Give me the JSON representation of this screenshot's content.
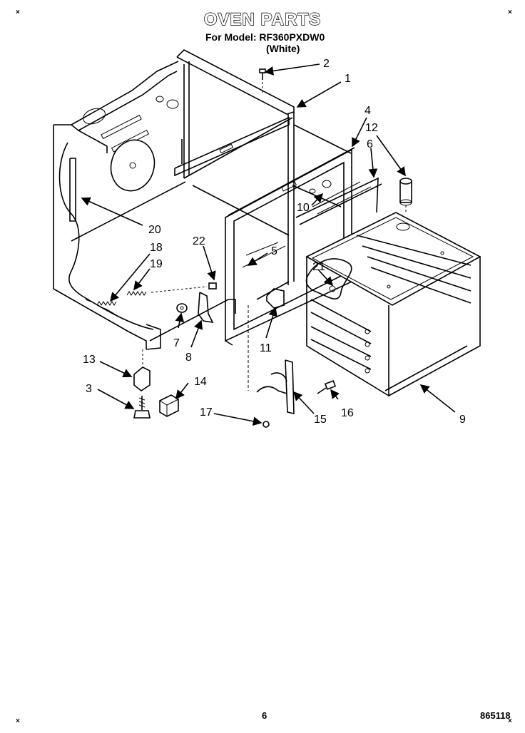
{
  "header": {
    "title": "OVEN PARTS",
    "model": "For Model: RF360PXDW0",
    "color": "(White)"
  },
  "footer": {
    "page": "6",
    "doc_number": "865118"
  },
  "callouts": [
    "1",
    "2",
    "3",
    "4",
    "5",
    "6",
    "7",
    "8",
    "9",
    "10",
    "11",
    "12",
    "13",
    "14",
    "15",
    "16",
    "17",
    "18",
    "19",
    "20",
    "21",
    "22"
  ]
}
